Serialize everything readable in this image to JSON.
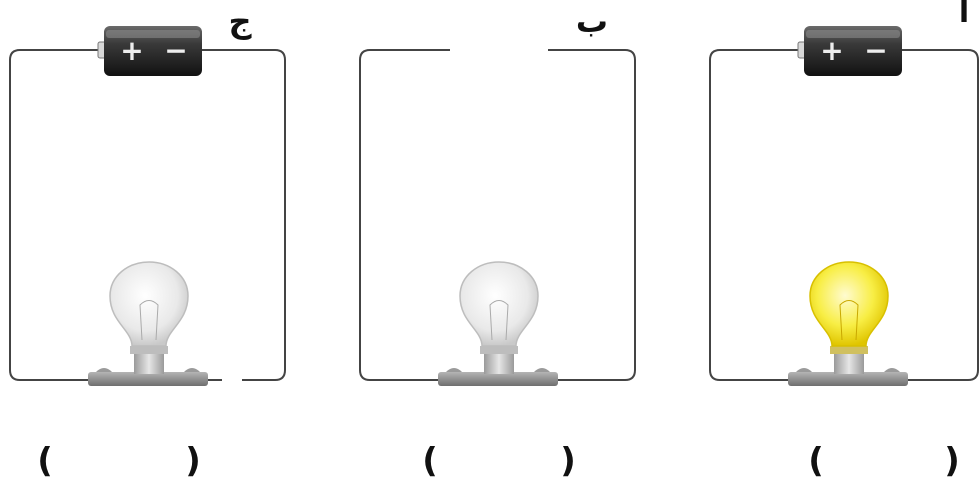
{
  "circuits": [
    {
      "id": "jeem",
      "label": "ج",
      "has_battery": true,
      "bulb_lit": false,
      "gap": "bottom-right",
      "answer_blank": {
        "open": "(",
        "close": ")"
      }
    },
    {
      "id": "baa",
      "label": "ب",
      "has_battery": false,
      "bulb_lit": false,
      "gap": "top",
      "answer_blank": {
        "open": "(",
        "close": ")"
      }
    },
    {
      "id": "alif",
      "label": "أ",
      "has_battery": true,
      "bulb_lit": true,
      "gap": "none",
      "answer_blank": {
        "open": "(",
        "close": ")"
      }
    }
  ],
  "battery": {
    "plus": "+",
    "minus": "−"
  },
  "colors": {
    "wire": "#444444",
    "battery_body": "#2b2b2b",
    "bulb_off": "#eeeeee",
    "bulb_on": "#f7ee3c",
    "base": "#8a8a8a"
  }
}
